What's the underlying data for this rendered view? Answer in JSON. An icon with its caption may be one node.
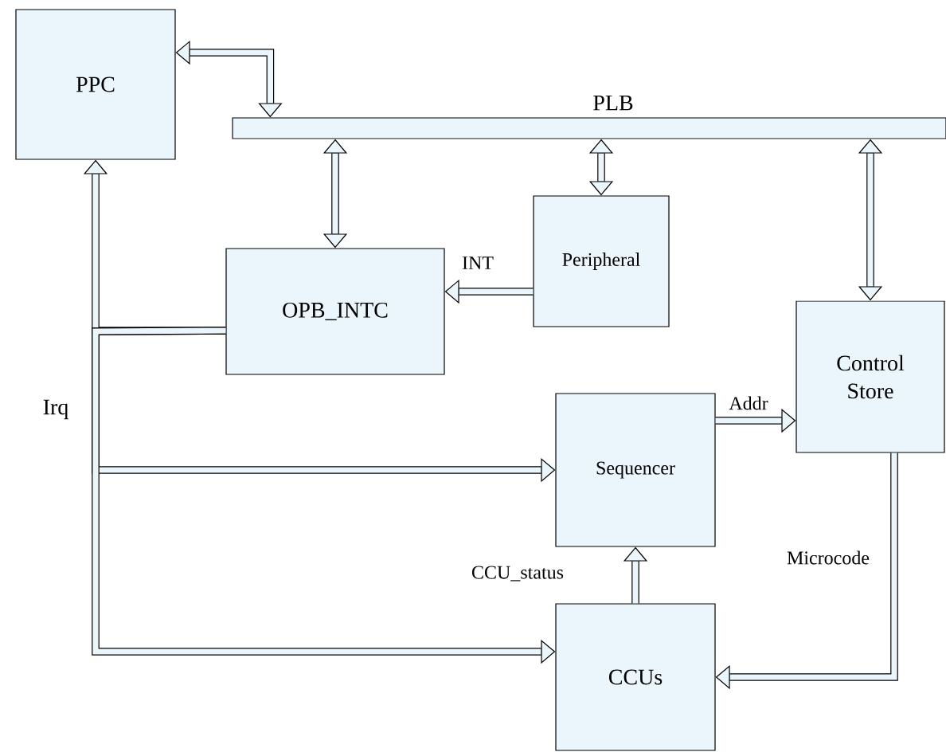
{
  "diagram": {
    "nodes": [
      {
        "text": [
          "PPC"
        ]
      },
      {
        "text": [
          "PLB"
        ]
      },
      {
        "text": [
          "Peripheral"
        ]
      },
      {
        "text": [
          "OPB_INTC"
        ]
      },
      {
        "text": [
          "Control Store"
        ]
      },
      {
        "text": [
          "Sequencer"
        ]
      },
      {
        "text": [
          "CCUs"
        ]
      }
    ],
    "edges": [
      {
        "from": 0,
        "to": 1,
        "arrow": "both"
      },
      {
        "from": 1,
        "to": 3,
        "arrow": "both"
      },
      {
        "from": 1,
        "to": 2,
        "arrow": "both"
      },
      {
        "from": 1,
        "to": 4,
        "arrow": "both"
      },
      {
        "from": 2,
        "to": 3,
        "arrow": "to",
        "label": "INT"
      },
      {
        "from": 5,
        "to": 4,
        "arrow": "to",
        "label": "Addr"
      },
      {
        "from": 6,
        "to": 5,
        "arrow": "to",
        "label": "CCU_status"
      },
      {
        "from": 4,
        "to": 6,
        "arrow": "to",
        "label": "Microcode"
      },
      {
        "from": 3,
        "to": 0,
        "arrow": "to"
      },
      {
        "from": 3,
        "to": 5,
        "arrow": "to"
      },
      {
        "from": 3,
        "to": 6,
        "arrow": "to",
        "label": "Irq"
      }
    ]
  }
}
